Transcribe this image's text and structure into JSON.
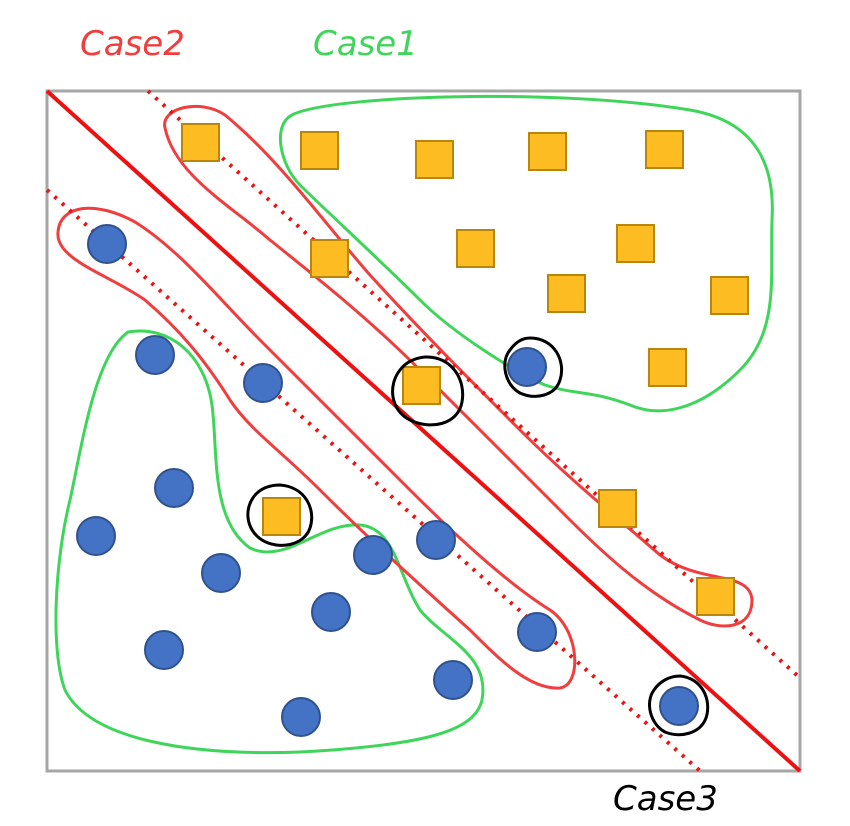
{
  "labels": {
    "case2": "Case2",
    "case1": "Case1",
    "case3": "Case3"
  },
  "colors": {
    "case2": "#f03e3e",
    "case1": "#3fd55a",
    "case3": "#000000",
    "square_fill": "#fdbc21",
    "square_stroke": "#b8860b",
    "circle_fill": "#4472c4",
    "circle_stroke": "#2f528f",
    "frame": "#a6a6a6",
    "hyperplane": "#ee1111"
  },
  "legend_icons": [
    "yellow-square-marker",
    "blue-circle-marker"
  ]
}
